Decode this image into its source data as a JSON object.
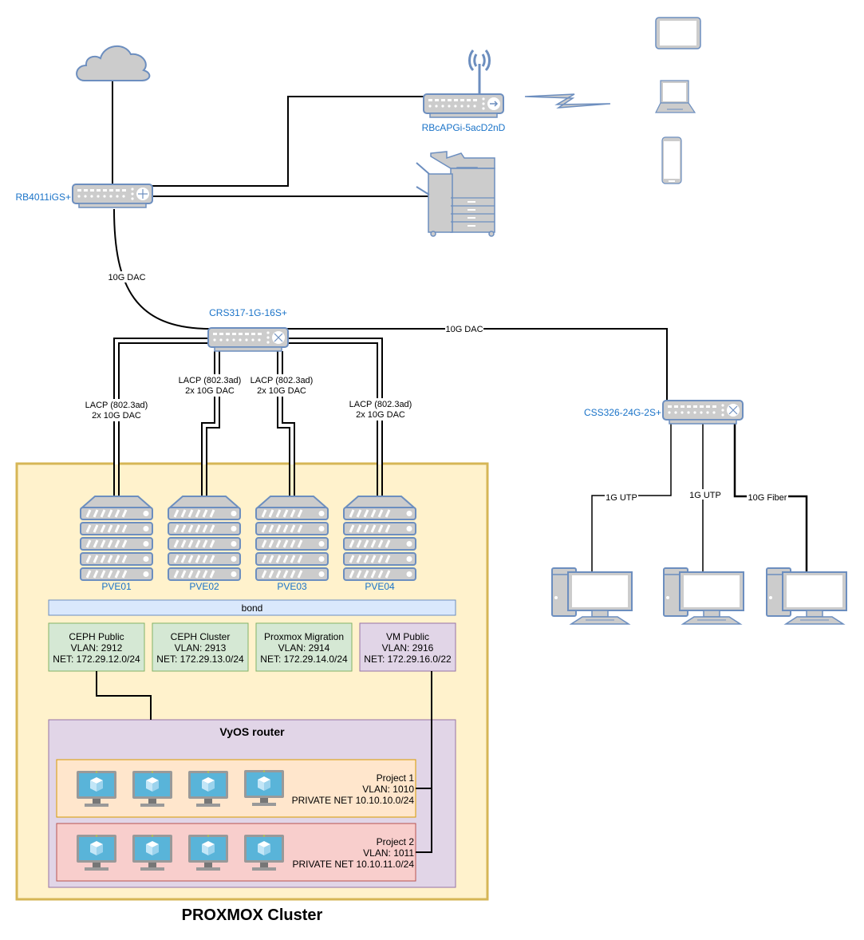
{
  "diagram": {
    "title": "PROXMOX Cluster",
    "colors": {
      "device_stroke": "#6c8ebf",
      "device_fill": "#cccccc",
      "label_blue": "#1a73c8",
      "cluster_fill": "#fff2cc",
      "cluster_stroke": "#d6b656",
      "bond_fill": "#dae8fc",
      "green_fill": "#d5e8d4",
      "green_stroke": "#82b366",
      "purple_fill": "#e1d5e7",
      "purple_stroke": "#9673a6",
      "project1_fill": "#ffe6cc",
      "project1_stroke": "#d79b00",
      "project2_fill": "#f8cecc",
      "project2_stroke": "#b85450",
      "vm_screen": "#59b4d9"
    },
    "devices": {
      "internet": {
        "icon": "cloud-icon"
      },
      "core_router": {
        "label": "RB4011iGS+",
        "icon": "router-icon"
      },
      "access_point": {
        "label": "RBcAPGi-5acD2nD",
        "icon": "wireless-router-icon"
      },
      "printer": {
        "icon": "printer-icon"
      },
      "core_switch": {
        "label": "CRS317-1G-16S+",
        "icon": "switch-icon"
      },
      "access_switch": {
        "label": "CSS326-24G-2S+",
        "icon": "switch-icon"
      },
      "wireless_clients": [
        {
          "icon": "tablet-icon"
        },
        {
          "icon": "laptop-icon"
        },
        {
          "icon": "smartphone-icon"
        }
      ],
      "workstations": [
        {
          "icon": "pc-icon"
        },
        {
          "icon": "pc-icon"
        },
        {
          "icon": "pc-icon"
        }
      ]
    },
    "links": {
      "router_to_core_switch": "10G DAC",
      "core_switch_to_access_switch": "10G DAC",
      "lacp_line1": "LACP (802.3ad)",
      "lacp_line2": "2x 10G DAC",
      "ws1": "1G UTP",
      "ws2": "1G UTP",
      "ws3": "10G Fiber"
    },
    "nodes": [
      {
        "label": "PVE01"
      },
      {
        "label": "PVE02"
      },
      {
        "label": "PVE03"
      },
      {
        "label": "PVE04"
      }
    ],
    "bond": {
      "label": "bond"
    },
    "vlans": [
      {
        "name": "CEPH Public",
        "vlan": "VLAN: 2912",
        "net": "NET: 172.29.12.0/24"
      },
      {
        "name": "CEPH Cluster",
        "vlan": "VLAN: 2913",
        "net": "NET: 172.29.13.0/24"
      },
      {
        "name": "Proxmox Migration",
        "vlan": "VLAN: 2914",
        "net": "NET: 172.29.14.0/24"
      },
      {
        "name": "VM Public",
        "vlan": "VLAN: 2916",
        "net": "NET: 172.29.16.0/22"
      }
    ],
    "router": {
      "label": "VyOS router"
    },
    "projects": [
      {
        "name": "Project 1",
        "vlan": "VLAN: 1010",
        "net": "PRIVATE NET 10.10.10.0/24",
        "vm_count": 4
      },
      {
        "name": "Project 2",
        "vlan": "VLAN: 1011",
        "net": "PRIVATE NET 10.10.11.0/24",
        "vm_count": 4
      }
    ]
  }
}
